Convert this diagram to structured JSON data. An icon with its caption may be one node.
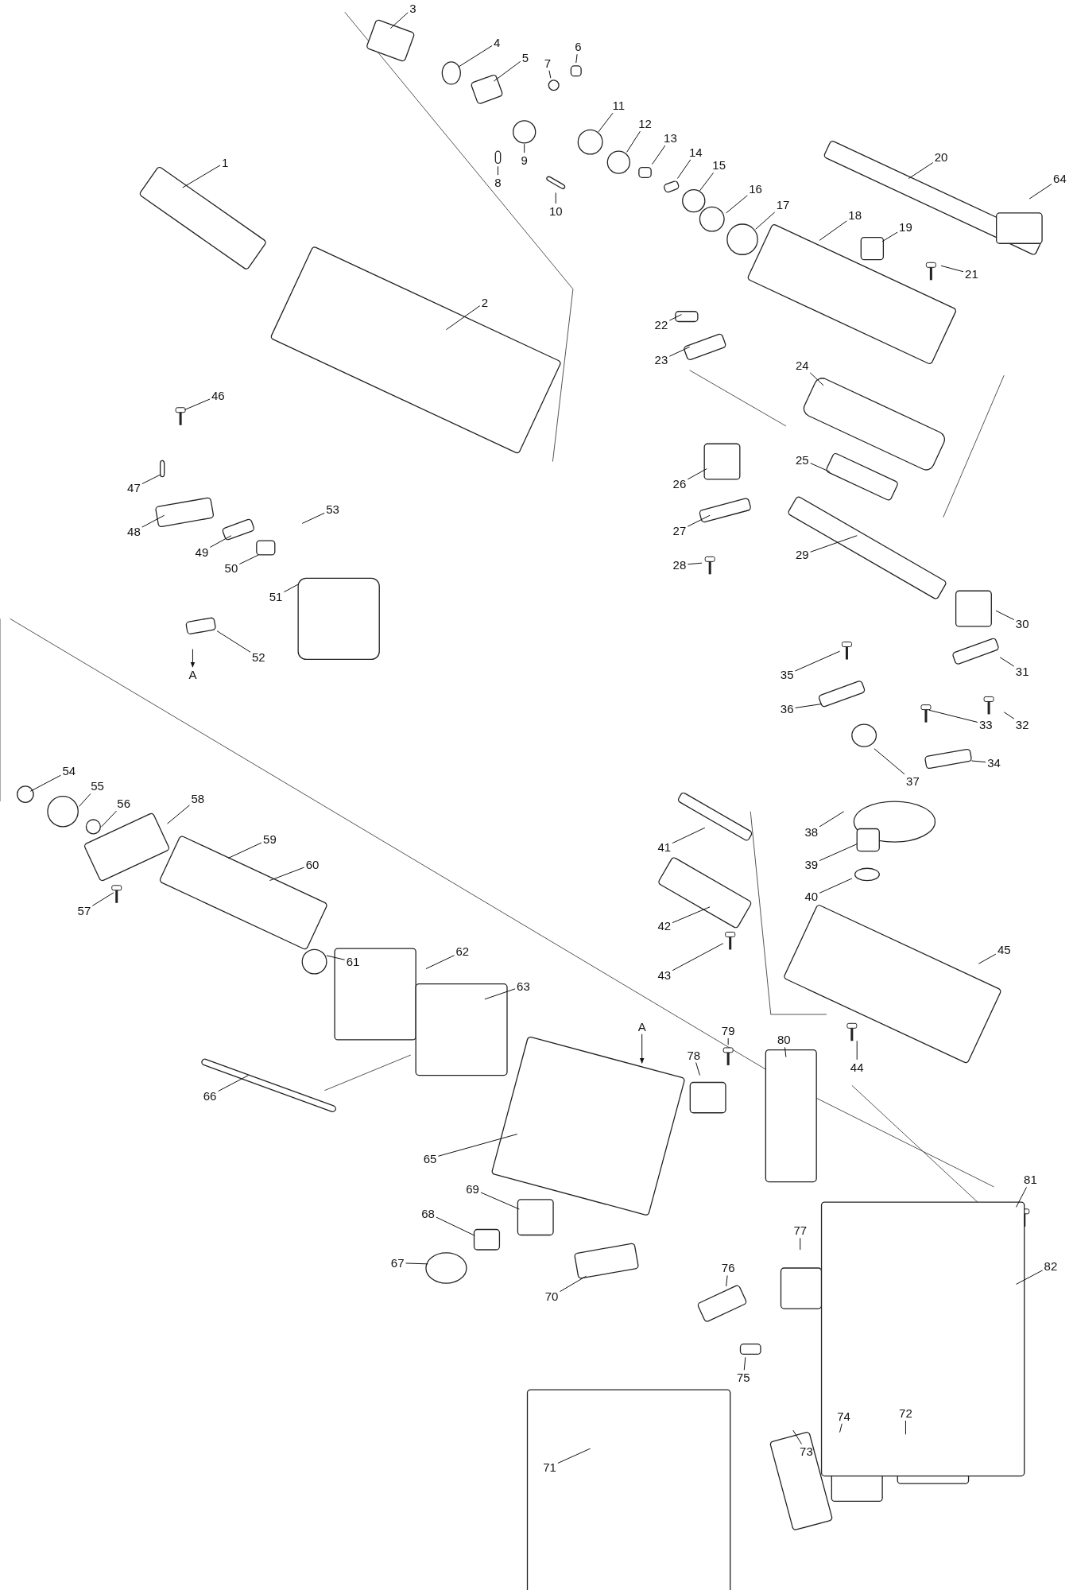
{
  "diagram": {
    "nodes": [
      {
        "text": [
          "1"
        ]
      },
      {
        "text": [
          "2"
        ]
      },
      {
        "text": [
          "3"
        ]
      },
      {
        "text": [
          "4"
        ]
      },
      {
        "text": [
          "5"
        ]
      },
      {
        "text": [
          "6"
        ]
      },
      {
        "text": [
          "7"
        ]
      },
      {
        "text": [
          "8"
        ]
      },
      {
        "text": [
          "9"
        ]
      },
      {
        "text": [
          "10"
        ]
      },
      {
        "text": [
          "11"
        ]
      },
      {
        "text": [
          "12"
        ]
      },
      {
        "text": [
          "13"
        ]
      },
      {
        "text": [
          "14"
        ]
      },
      {
        "text": [
          "15"
        ]
      },
      {
        "text": [
          "16"
        ]
      },
      {
        "text": [
          "17"
        ]
      },
      {
        "text": [
          "18"
        ]
      },
      {
        "text": [
          "19"
        ]
      },
      {
        "text": [
          "20"
        ]
      },
      {
        "text": [
          "21"
        ]
      },
      {
        "text": [
          "22"
        ]
      },
      {
        "text": [
          "23"
        ]
      },
      {
        "text": [
          "24"
        ]
      },
      {
        "text": [
          "25"
        ]
      },
      {
        "text": [
          "26"
        ]
      },
      {
        "text": [
          "27"
        ]
      },
      {
        "text": [
          "28"
        ]
      },
      {
        "text": [
          "29"
        ]
      },
      {
        "text": [
          "30"
        ]
      },
      {
        "text": [
          "31"
        ]
      },
      {
        "text": [
          "32"
        ]
      },
      {
        "text": [
          "33"
        ]
      },
      {
        "text": [
          "34"
        ]
      },
      {
        "text": [
          "35"
        ]
      },
      {
        "text": [
          "36"
        ]
      },
      {
        "text": [
          "37"
        ]
      },
      {
        "text": [
          "38"
        ]
      },
      {
        "text": [
          "39"
        ]
      },
      {
        "text": [
          "40"
        ]
      },
      {
        "text": [
          "41"
        ]
      },
      {
        "text": [
          "42"
        ]
      },
      {
        "text": [
          "43"
        ]
      },
      {
        "text": [
          "44"
        ]
      },
      {
        "text": [
          "45"
        ]
      },
      {
        "text": [
          "46"
        ]
      },
      {
        "text": [
          "47"
        ]
      },
      {
        "text": [
          "48"
        ]
      },
      {
        "text": [
          "49"
        ]
      },
      {
        "text": [
          "50"
        ]
      },
      {
        "text": [
          "51"
        ]
      },
      {
        "text": [
          "52"
        ]
      },
      {
        "text": [
          "53"
        ]
      },
      {
        "text": [
          "54"
        ]
      },
      {
        "text": [
          "55"
        ]
      },
      {
        "text": [
          "56"
        ]
      },
      {
        "text": [
          "57"
        ]
      },
      {
        "text": [
          "58"
        ]
      },
      {
        "text": [
          "59"
        ]
      },
      {
        "text": [
          "60"
        ]
      },
      {
        "text": [
          "61"
        ]
      },
      {
        "text": [
          "62"
        ]
      },
      {
        "text": [
          "63"
        ]
      },
      {
        "text": [
          "64"
        ]
      },
      {
        "text": [
          "65"
        ]
      },
      {
        "text": [
          "66"
        ]
      },
      {
        "text": [
          "67"
        ]
      },
      {
        "text": [
          "68"
        ]
      },
      {
        "text": [
          "69"
        ]
      },
      {
        "text": [
          "70"
        ]
      },
      {
        "text": [
          "71"
        ]
      },
      {
        "text": [
          "72"
        ]
      },
      {
        "text": [
          "73"
        ]
      },
      {
        "text": [
          "74"
        ]
      },
      {
        "text": [
          "75"
        ]
      },
      {
        "text": [
          "76"
        ]
      },
      {
        "text": [
          "77"
        ]
      },
      {
        "text": [
          "78"
        ]
      },
      {
        "text": [
          "79"
        ]
      },
      {
        "text": [
          "80"
        ]
      },
      {
        "text": [
          "81"
        ]
      },
      {
        "text": [
          "82"
        ]
      },
      {
        "text": [
          "A"
        ]
      },
      {
        "text": [
          "A"
        ]
      }
    ],
    "edges": [
      {
        "from": 0,
        "to": null,
        "arrow": "none"
      },
      {
        "from": 1,
        "to": null,
        "arrow": "none"
      },
      {
        "from": 2,
        "to": null,
        "arrow": "none"
      },
      {
        "from": 3,
        "to": null,
        "arrow": "none"
      },
      {
        "from": 4,
        "to": null,
        "arrow": "none"
      },
      {
        "from": 5,
        "to": null,
        "arrow": "none"
      },
      {
        "from": 6,
        "to": null,
        "arrow": "none"
      },
      {
        "from": 7,
        "to": null,
        "arrow": "none"
      },
      {
        "from": 8,
        "to": null,
        "arrow": "none"
      },
      {
        "from": 9,
        "to": null,
        "arrow": "none"
      },
      {
        "from": 10,
        "to": null,
        "arrow": "none"
      },
      {
        "from": 11,
        "to": null,
        "arrow": "none"
      },
      {
        "from": 12,
        "to": null,
        "arrow": "none"
      },
      {
        "from": 13,
        "to": null,
        "arrow": "none"
      },
      {
        "from": 14,
        "to": null,
        "arrow": "none"
      },
      {
        "from": 15,
        "to": null,
        "arrow": "none"
      },
      {
        "from": 16,
        "to": null,
        "arrow": "none"
      },
      {
        "from": 17,
        "to": null,
        "arrow": "none"
      },
      {
        "from": 18,
        "to": null,
        "arrow": "none"
      },
      {
        "from": 19,
        "to": null,
        "arrow": "none"
      },
      {
        "from": 20,
        "to": null,
        "arrow": "none"
      },
      {
        "from": 21,
        "to": null,
        "arrow": "none"
      },
      {
        "from": 22,
        "to": null,
        "arrow": "none"
      },
      {
        "from": 23,
        "to": null,
        "arrow": "none"
      },
      {
        "from": 24,
        "to": null,
        "arrow": "none"
      },
      {
        "from": 25,
        "to": null,
        "arrow": "none"
      },
      {
        "from": 26,
        "to": null,
        "arrow": "none"
      },
      {
        "from": 27,
        "to": null,
        "arrow": "none"
      },
      {
        "from": 28,
        "to": null,
        "arrow": "none"
      },
      {
        "from": 29,
        "to": null,
        "arrow": "none"
      },
      {
        "from": 30,
        "to": null,
        "arrow": "none"
      },
      {
        "from": 31,
        "to": null,
        "arrow": "none"
      },
      {
        "from": 32,
        "to": null,
        "arrow": "none"
      },
      {
        "from": 33,
        "to": null,
        "arrow": "none"
      },
      {
        "from": 34,
        "to": null,
        "arrow": "none"
      },
      {
        "from": 35,
        "to": null,
        "arrow": "none"
      },
      {
        "from": 36,
        "to": null,
        "arrow": "none"
      },
      {
        "from": 37,
        "to": null,
        "arrow": "none"
      },
      {
        "from": 38,
        "to": null,
        "arrow": "none"
      },
      {
        "from": 39,
        "to": null,
        "arrow": "none"
      },
      {
        "from": 40,
        "to": null,
        "arrow": "none"
      },
      {
        "from": 41,
        "to": null,
        "arrow": "none"
      },
      {
        "from": 42,
        "to": null,
        "arrow": "none"
      },
      {
        "from": 43,
        "to": null,
        "arrow": "none"
      },
      {
        "from": 44,
        "to": null,
        "arrow": "none"
      },
      {
        "from": 45,
        "to": null,
        "arrow": "none"
      },
      {
        "from": 46,
        "to": null,
        "arrow": "none"
      },
      {
        "from": 47,
        "to": null,
        "arrow": "none"
      },
      {
        "from": 48,
        "to": null,
        "arrow": "none"
      },
      {
        "from": 49,
        "to": null,
        "arrow": "none"
      },
      {
        "from": 50,
        "to": null,
        "arrow": "none"
      },
      {
        "from": 51,
        "to": null,
        "arrow": "none"
      },
      {
        "from": 52,
        "to": null,
        "arrow": "none"
      },
      {
        "from": 53,
        "to": null,
        "arrow": "none"
      },
      {
        "from": 54,
        "to": null,
        "arrow": "none"
      },
      {
        "from": 55,
        "to": null,
        "arrow": "none"
      },
      {
        "from": 56,
        "to": null,
        "arrow": "none"
      },
      {
        "from": 57,
        "to": null,
        "arrow": "none"
      },
      {
        "from": 58,
        "to": null,
        "arrow": "none"
      },
      {
        "from": 59,
        "to": null,
        "arrow": "none"
      },
      {
        "from": 60,
        "to": null,
        "arrow": "none"
      },
      {
        "from": 61,
        "to": null,
        "arrow": "none"
      },
      {
        "from": 62,
        "to": null,
        "arrow": "none"
      },
      {
        "from": 63,
        "to": null,
        "arrow": "none"
      },
      {
        "from": 64,
        "to": null,
        "arrow": "none"
      },
      {
        "from": 65,
        "to": null,
        "arrow": "none"
      },
      {
        "from": 66,
        "to": null,
        "arrow": "none"
      },
      {
        "from": 67,
        "to": null,
        "arrow": "none"
      },
      {
        "from": 68,
        "to": null,
        "arrow": "none"
      },
      {
        "from": 69,
        "to": null,
        "arrow": "none"
      },
      {
        "from": 70,
        "to": null,
        "arrow": "none"
      },
      {
        "from": 71,
        "to": null,
        "arrow": "none"
      },
      {
        "from": 72,
        "to": null,
        "arrow": "none"
      },
      {
        "from": 73,
        "to": null,
        "arrow": "none"
      },
      {
        "from": 74,
        "to": null,
        "arrow": "none"
      },
      {
        "from": 75,
        "to": null,
        "arrow": "none"
      },
      {
        "from": 76,
        "to": null,
        "arrow": "none"
      },
      {
        "from": 77,
        "to": null,
        "arrow": "none"
      },
      {
        "from": 78,
        "to": null,
        "arrow": "none"
      },
      {
        "from": 79,
        "to": null,
        "arrow": "none"
      },
      {
        "from": 80,
        "to": null,
        "arrow": "none"
      },
      {
        "from": 81,
        "to": null,
        "arrow": "none"
      },
      {
        "from": null,
        "to": 82,
        "arrow": "to"
      },
      {
        "from": 83,
        "to": null,
        "arrow": "to"
      }
    ]
  }
}
